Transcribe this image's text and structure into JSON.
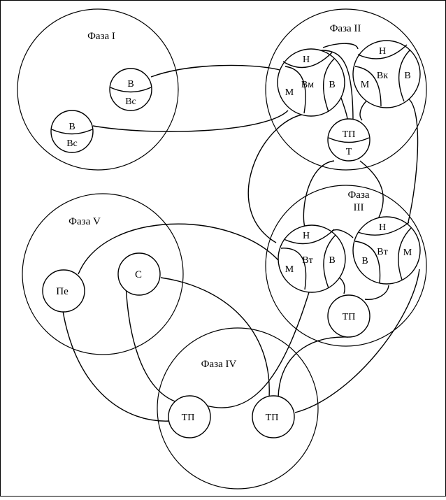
{
  "phases": {
    "p1": "Фаза I",
    "p2": "Фаза II",
    "p3_line1": "Фаза",
    "p3_line2": "III",
    "p4": "Фаза IV",
    "p5": "Фаза V"
  },
  "nodes": {
    "a_top": "В",
    "a_bot": "Вс",
    "b_top": "В",
    "b_bot": "Вс",
    "vm_n": "Н",
    "vm_m": "М",
    "vm_c": "Вм",
    "vm_v": "В",
    "vk_n": "Н",
    "vk_m": "М",
    "vk_c": "Вк",
    "vk_v": "В",
    "tp2_top": "ТП",
    "tp2_bot": "Т",
    "vt1_n": "Н",
    "vt1_m": "М",
    "vt1_c": "Вт",
    "vt1_v": "В",
    "vt2_n": "Н",
    "vt2_v": "В",
    "vt2_c": "Вт",
    "vt2_m": "М",
    "tp3": "ТП",
    "pe": "Пе",
    "s": "С",
    "tp4a": "ТП",
    "tp4b": "ТП"
  }
}
